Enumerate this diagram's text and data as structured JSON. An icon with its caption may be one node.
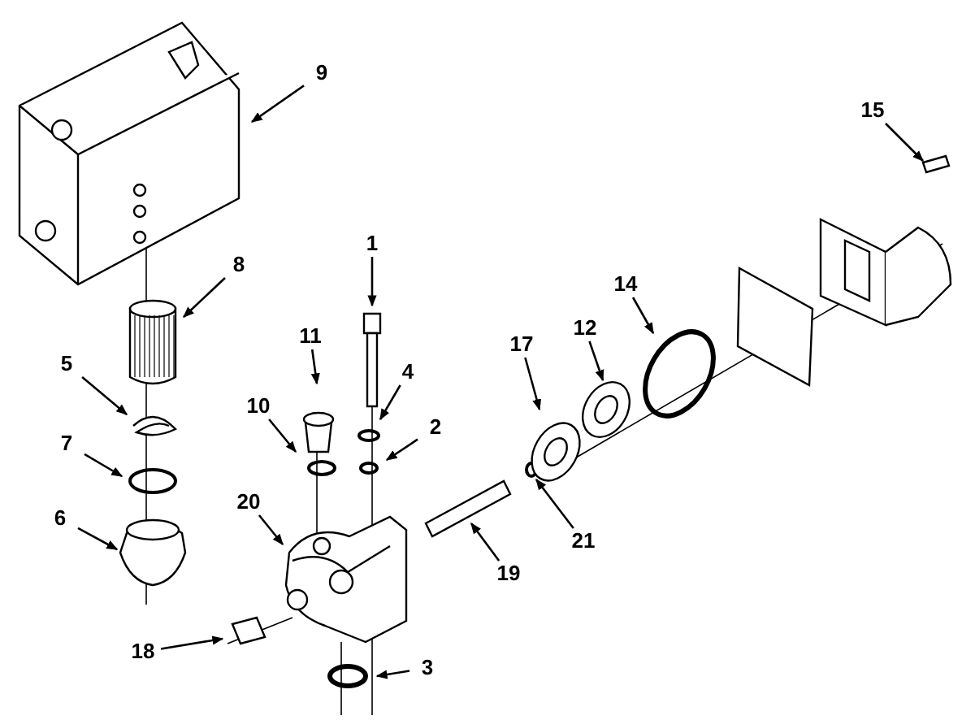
{
  "diagram": {
    "nodes": [
      {
        "text": [
          "9"
        ]
      },
      {
        "text": [
          "15"
        ]
      },
      {
        "text": [
          "1"
        ]
      },
      {
        "text": [
          "8"
        ]
      },
      {
        "text": [
          "14"
        ]
      },
      {
        "text": [
          "12"
        ]
      },
      {
        "text": [
          "11"
        ]
      },
      {
        "text": [
          "17"
        ]
      },
      {
        "text": [
          "5"
        ]
      },
      {
        "text": [
          "4"
        ]
      },
      {
        "text": [
          "10"
        ]
      },
      {
        "text": [
          "2"
        ]
      },
      {
        "text": [
          "7"
        ]
      },
      {
        "text": [
          "20"
        ]
      },
      {
        "text": [
          "6"
        ]
      },
      {
        "text": [
          "21"
        ]
      },
      {
        "text": [
          "19"
        ]
      },
      {
        "text": [
          "18"
        ]
      },
      {
        "text": [
          "3"
        ]
      }
    ],
    "edges": [
      {
        "from": 0,
        "to": null,
        "arrow": "to"
      },
      {
        "from": 1,
        "to": null,
        "arrow": "to"
      },
      {
        "from": 2,
        "to": null,
        "arrow": "to"
      },
      {
        "from": 3,
        "to": null,
        "arrow": "to"
      },
      {
        "from": 4,
        "to": null,
        "arrow": "to"
      },
      {
        "from": 5,
        "to": null,
        "arrow": "to"
      },
      {
        "from": 6,
        "to": null,
        "arrow": "to"
      },
      {
        "from": 7,
        "to": null,
        "arrow": "to"
      },
      {
        "from": 8,
        "to": null,
        "arrow": "to"
      },
      {
        "from": 9,
        "to": null,
        "arrow": "to"
      },
      {
        "from": 10,
        "to": null,
        "arrow": "to"
      },
      {
        "from": 11,
        "to": null,
        "arrow": "to"
      },
      {
        "from": 12,
        "to": null,
        "arrow": "to"
      },
      {
        "from": 13,
        "to": null,
        "arrow": "to"
      },
      {
        "from": 14,
        "to": null,
        "arrow": "to"
      },
      {
        "from": 15,
        "to": null,
        "arrow": "to"
      },
      {
        "from": 16,
        "to": null,
        "arrow": "to"
      },
      {
        "from": 17,
        "to": null,
        "arrow": "to"
      },
      {
        "from": 18,
        "to": null,
        "arrow": "to"
      }
    ]
  }
}
